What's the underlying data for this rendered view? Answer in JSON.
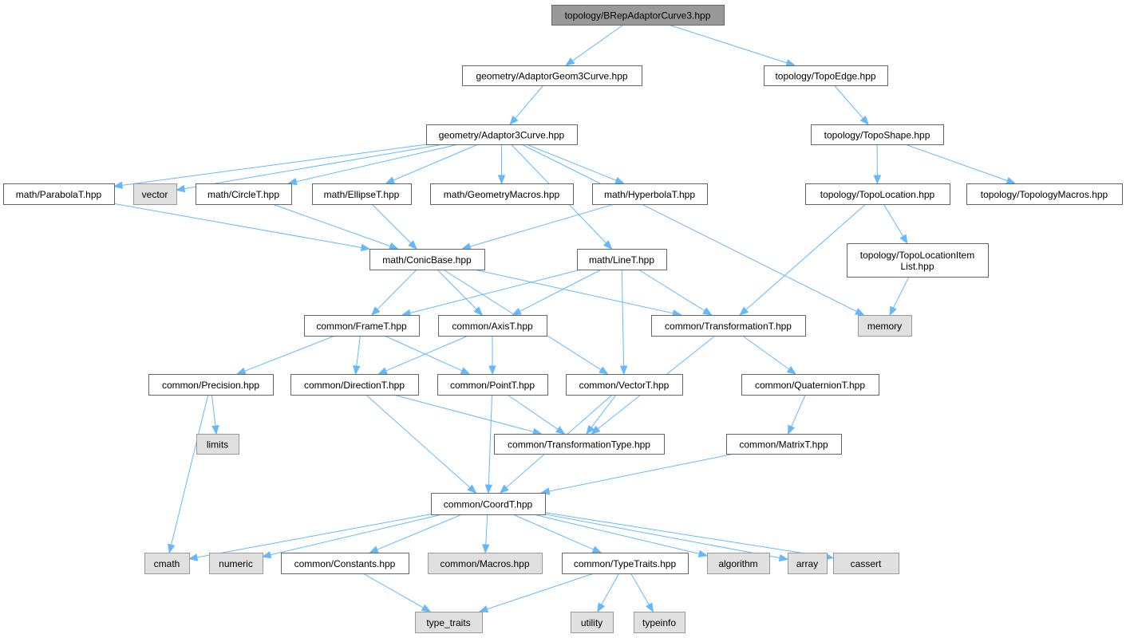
{
  "graph": {
    "title": "topology/BRepAdaptorCurve3.hpp",
    "colors": {
      "edge": "#63b8ff",
      "root_fill": "#999999",
      "system_fill": "#e0e0e0",
      "file_fill": "#ffffff",
      "border": "#666666"
    },
    "nodes": [
      {
        "lines": [
          "topology/BRepAdaptorCurve3.hpp"
        ],
        "kind": "root"
      },
      {
        "lines": [
          "geometry/AdaptorGeom3Curve.hpp"
        ],
        "kind": "file"
      },
      {
        "lines": [
          "topology/TopoEdge.hpp"
        ],
        "kind": "file"
      },
      {
        "lines": [
          "geometry/Adaptor3Curve.hpp"
        ],
        "kind": "file"
      },
      {
        "lines": [
          "topology/TopoShape.hpp"
        ],
        "kind": "file"
      },
      {
        "lines": [
          "math/ParabolaT.hpp"
        ],
        "kind": "file"
      },
      {
        "lines": [
          "vector"
        ],
        "kind": "sys"
      },
      {
        "lines": [
          "math/CircleT.hpp"
        ],
        "kind": "file"
      },
      {
        "lines": [
          "math/EllipseT.hpp"
        ],
        "kind": "file"
      },
      {
        "lines": [
          "math/GeometryMacros.hpp"
        ],
        "kind": "file"
      },
      {
        "lines": [
          "math/HyperbolaT.hpp"
        ],
        "kind": "file"
      },
      {
        "lines": [
          "topology/TopoLocation.hpp"
        ],
        "kind": "file"
      },
      {
        "lines": [
          "topology/TopologyMacros.hpp"
        ],
        "kind": "file"
      },
      {
        "lines": [
          "math/ConicBase.hpp"
        ],
        "kind": "file"
      },
      {
        "lines": [
          "math/LineT.hpp"
        ],
        "kind": "file"
      },
      {
        "lines": [
          "topology/TopoLocationItem",
          "List.hpp"
        ],
        "kind": "file"
      },
      {
        "lines": [
          "memory"
        ],
        "kind": "sys"
      },
      {
        "lines": [
          "common/FrameT.hpp"
        ],
        "kind": "file"
      },
      {
        "lines": [
          "common/AxisT.hpp"
        ],
        "kind": "file"
      },
      {
        "lines": [
          "common/TransformationT.hpp"
        ],
        "kind": "file"
      },
      {
        "lines": [
          "common/Precision.hpp"
        ],
        "kind": "file"
      },
      {
        "lines": [
          "common/DirectionT.hpp"
        ],
        "kind": "file"
      },
      {
        "lines": [
          "common/PointT.hpp"
        ],
        "kind": "file"
      },
      {
        "lines": [
          "common/VectorT.hpp"
        ],
        "kind": "file"
      },
      {
        "lines": [
          "common/QuaternionT.hpp"
        ],
        "kind": "file"
      },
      {
        "lines": [
          "limits"
        ],
        "kind": "sys"
      },
      {
        "lines": [
          "common/TransformationType.hpp"
        ],
        "kind": "file"
      },
      {
        "lines": [
          "common/MatrixT.hpp"
        ],
        "kind": "file"
      },
      {
        "lines": [
          "common/CoordT.hpp"
        ],
        "kind": "file"
      },
      {
        "lines": [
          "cmath"
        ],
        "kind": "sys"
      },
      {
        "lines": [
          "numeric"
        ],
        "kind": "sys"
      },
      {
        "lines": [
          "common/Constants.hpp"
        ],
        "kind": "file"
      },
      {
        "lines": [
          "common/Macros.hpp"
        ],
        "kind": "sys"
      },
      {
        "lines": [
          "common/TypeTraits.hpp"
        ],
        "kind": "file"
      },
      {
        "lines": [
          "algorithm"
        ],
        "kind": "sys"
      },
      {
        "lines": [
          "array"
        ],
        "kind": "sys"
      },
      {
        "lines": [
          "cassert"
        ],
        "kind": "sys"
      },
      {
        "lines": [
          "type_traits"
        ],
        "kind": "sys"
      },
      {
        "lines": [
          "utility"
        ],
        "kind": "sys"
      },
      {
        "lines": [
          "typeinfo"
        ],
        "kind": "sys"
      }
    ],
    "edges": [
      [
        0,
        1
      ],
      [
        0,
        2
      ],
      [
        1,
        3
      ],
      [
        2,
        4
      ],
      [
        3,
        5
      ],
      [
        3,
        6
      ],
      [
        3,
        7
      ],
      [
        3,
        8
      ],
      [
        3,
        9
      ],
      [
        3,
        10
      ],
      [
        3,
        14
      ],
      [
        3,
        16
      ],
      [
        4,
        11
      ],
      [
        4,
        12
      ],
      [
        5,
        13
      ],
      [
        7,
        13
      ],
      [
        8,
        13
      ],
      [
        10,
        13
      ],
      [
        11,
        15
      ],
      [
        11,
        19
      ],
      [
        15,
        16
      ],
      [
        13,
        17
      ],
      [
        13,
        18
      ],
      [
        13,
        19
      ],
      [
        13,
        23
      ],
      [
        14,
        17
      ],
      [
        14,
        18
      ],
      [
        14,
        19
      ],
      [
        14,
        23
      ],
      [
        17,
        20
      ],
      [
        17,
        21
      ],
      [
        17,
        22
      ],
      [
        18,
        21
      ],
      [
        18,
        22
      ],
      [
        19,
        24
      ],
      [
        19,
        26
      ],
      [
        20,
        25
      ],
      [
        20,
        29
      ],
      [
        21,
        26
      ],
      [
        21,
        28
      ],
      [
        22,
        26
      ],
      [
        22,
        28
      ],
      [
        23,
        26
      ],
      [
        23,
        28
      ],
      [
        24,
        27
      ],
      [
        27,
        28
      ],
      [
        28,
        29
      ],
      [
        28,
        30
      ],
      [
        28,
        31
      ],
      [
        28,
        32
      ],
      [
        28,
        33
      ],
      [
        28,
        34
      ],
      [
        28,
        35
      ],
      [
        28,
        36
      ],
      [
        31,
        37
      ],
      [
        33,
        37
      ],
      [
        33,
        38
      ],
      [
        33,
        39
      ]
    ]
  }
}
